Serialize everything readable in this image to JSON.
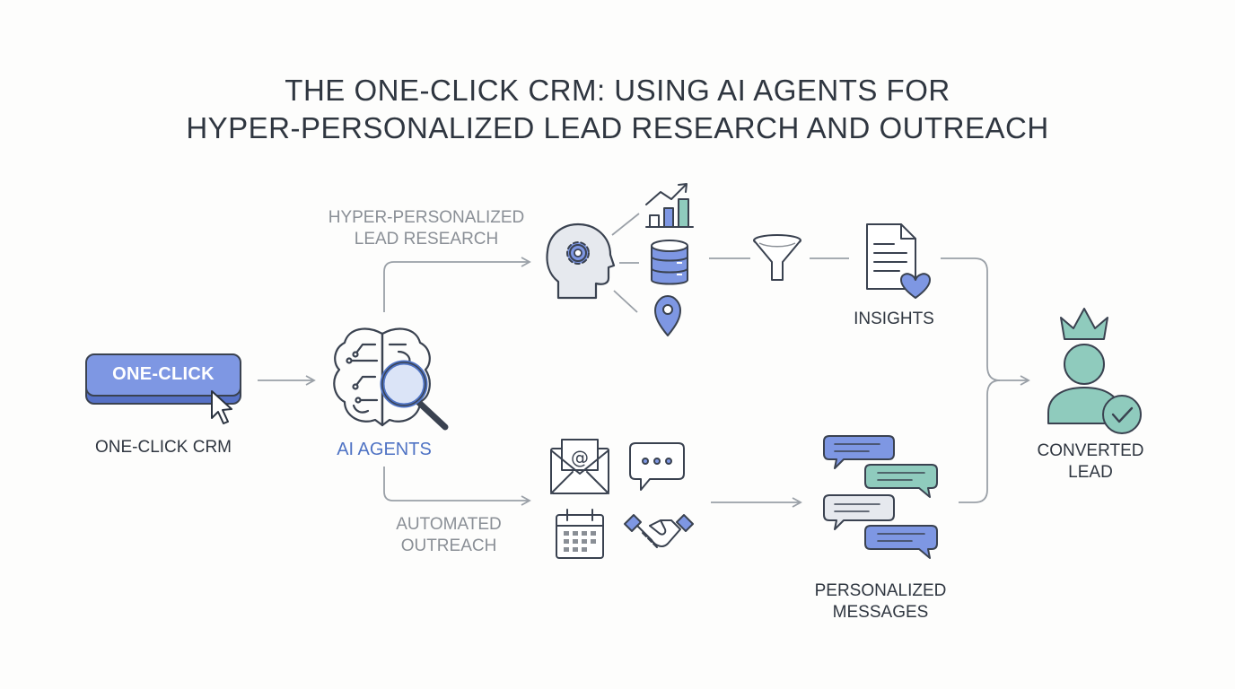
{
  "title": {
    "line1": "THE ONE-CLICK CRM: USING AI AGENTS FOR",
    "line2": "HYPER-PERSONALIZED LEAD RESEARCH AND OUTREACH"
  },
  "nodes": {
    "button_label": "ONE-CLICK",
    "one_click_crm": "ONE-CLICK CRM",
    "ai_agents": "AI AGENTS",
    "research": {
      "line1": "HYPER-PERSONALIZED",
      "line2": "LEAD RESEARCH"
    },
    "outreach": {
      "line1": "AUTOMATED",
      "line2": "OUTREACH"
    },
    "insights": "INSIGHTS",
    "messages": {
      "line1": "PERSONALIZED",
      "line2": "MESSAGES"
    },
    "converted": {
      "line1": "CONVERTED",
      "line2": "LEAD"
    }
  },
  "icons": [
    "cursor-icon",
    "brain-search-icon",
    "head-gear-icon",
    "bar-chart-icon",
    "database-icon",
    "location-pin-icon",
    "funnel-icon",
    "document-heart-icon",
    "email-icon",
    "chat-bubble-icon",
    "calendar-icon",
    "handshake-icon",
    "message-bubbles-icon",
    "crowned-user-icon",
    "check-icon"
  ],
  "colors": {
    "text": "#2f3640",
    "muted": "#8a8f96",
    "accent_blue": "#4f73c4",
    "button_blue": "#7e97e3",
    "teal": "#8fcbbd",
    "stroke": "#3a4250",
    "connector": "#9aa0a7"
  }
}
